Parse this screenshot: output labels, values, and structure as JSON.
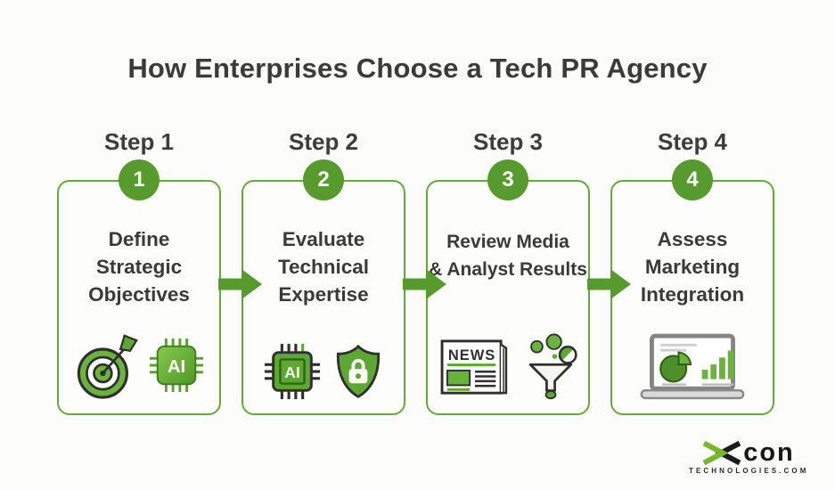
{
  "title": "How Enterprises Choose a Tech PR Agency",
  "colors": {
    "green_main": "#579a2e",
    "green_border": "#6aa83e",
    "green_icon_light": "#86c94e",
    "green_icon_dark": "#4f9727",
    "text_dark": "#3a3a3a",
    "background": "#fcfcfb",
    "badge_text": "#ffffff",
    "laptop_gray": "#8a8a8a"
  },
  "steps": [
    {
      "label": "Step 1",
      "number": "1",
      "lines": [
        "Define",
        "Strategic",
        "Objectives"
      ],
      "icons": [
        "target-icon",
        "ai-chip-icon"
      ]
    },
    {
      "label": "Step 2",
      "number": "2",
      "lines": [
        "Evaluate",
        "Technical",
        "Expertise"
      ],
      "icons": [
        "ai-chip-outline-icon",
        "shield-lock-icon"
      ]
    },
    {
      "label": "Step 3",
      "number": "3",
      "lines": [
        "Review Media",
        "& Analyst Results"
      ],
      "icons": [
        "newspaper-icon",
        "funnel-icon"
      ]
    },
    {
      "label": "Step 4",
      "number": "4",
      "lines": [
        "Assess",
        "Marketing",
        "Integration"
      ],
      "icons": [
        "laptop-analytics-icon"
      ]
    }
  ],
  "chip_label": "AI",
  "newspaper_label": "NEWS",
  "logo": {
    "brand": "xcon",
    "text": "con",
    "tagline": "TECHNOLOGIES.COM"
  }
}
